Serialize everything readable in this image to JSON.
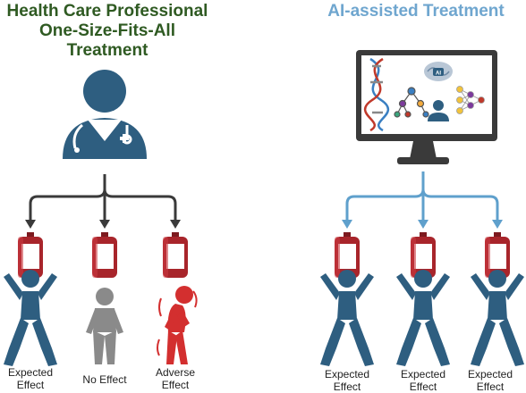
{
  "left_panel": {
    "title_lines": [
      "Health Care Professional",
      "One-Size-Fits-All",
      "Treatment"
    ],
    "outcomes": [
      {
        "line1": "Expected",
        "line2": "Effect"
      },
      {
        "line1": "No Effect",
        "line2": ""
      },
      {
        "line1": "Adverse",
        "line2": "Effect"
      }
    ]
  },
  "right_panel": {
    "title": "AI-assisted Treatment",
    "screen_badge": "AI",
    "outcomes": [
      {
        "line1": "Expected",
        "line2": "Effect"
      },
      {
        "line1": "Expected",
        "line2": "Effect"
      },
      {
        "line1": "Expected",
        "line2": "Effect"
      }
    ]
  },
  "colors": {
    "left_title": "#2f5a22",
    "right_title": "#6fa6cf",
    "doctor": "#2e5e80",
    "arrow_left": "#3a3a3a",
    "arrow_right": "#5fa0cc",
    "blood_bag": "#a8252b",
    "person_expected": "#2e5e80",
    "person_none": "#8a8a8a",
    "person_adverse": "#d32f2f"
  }
}
